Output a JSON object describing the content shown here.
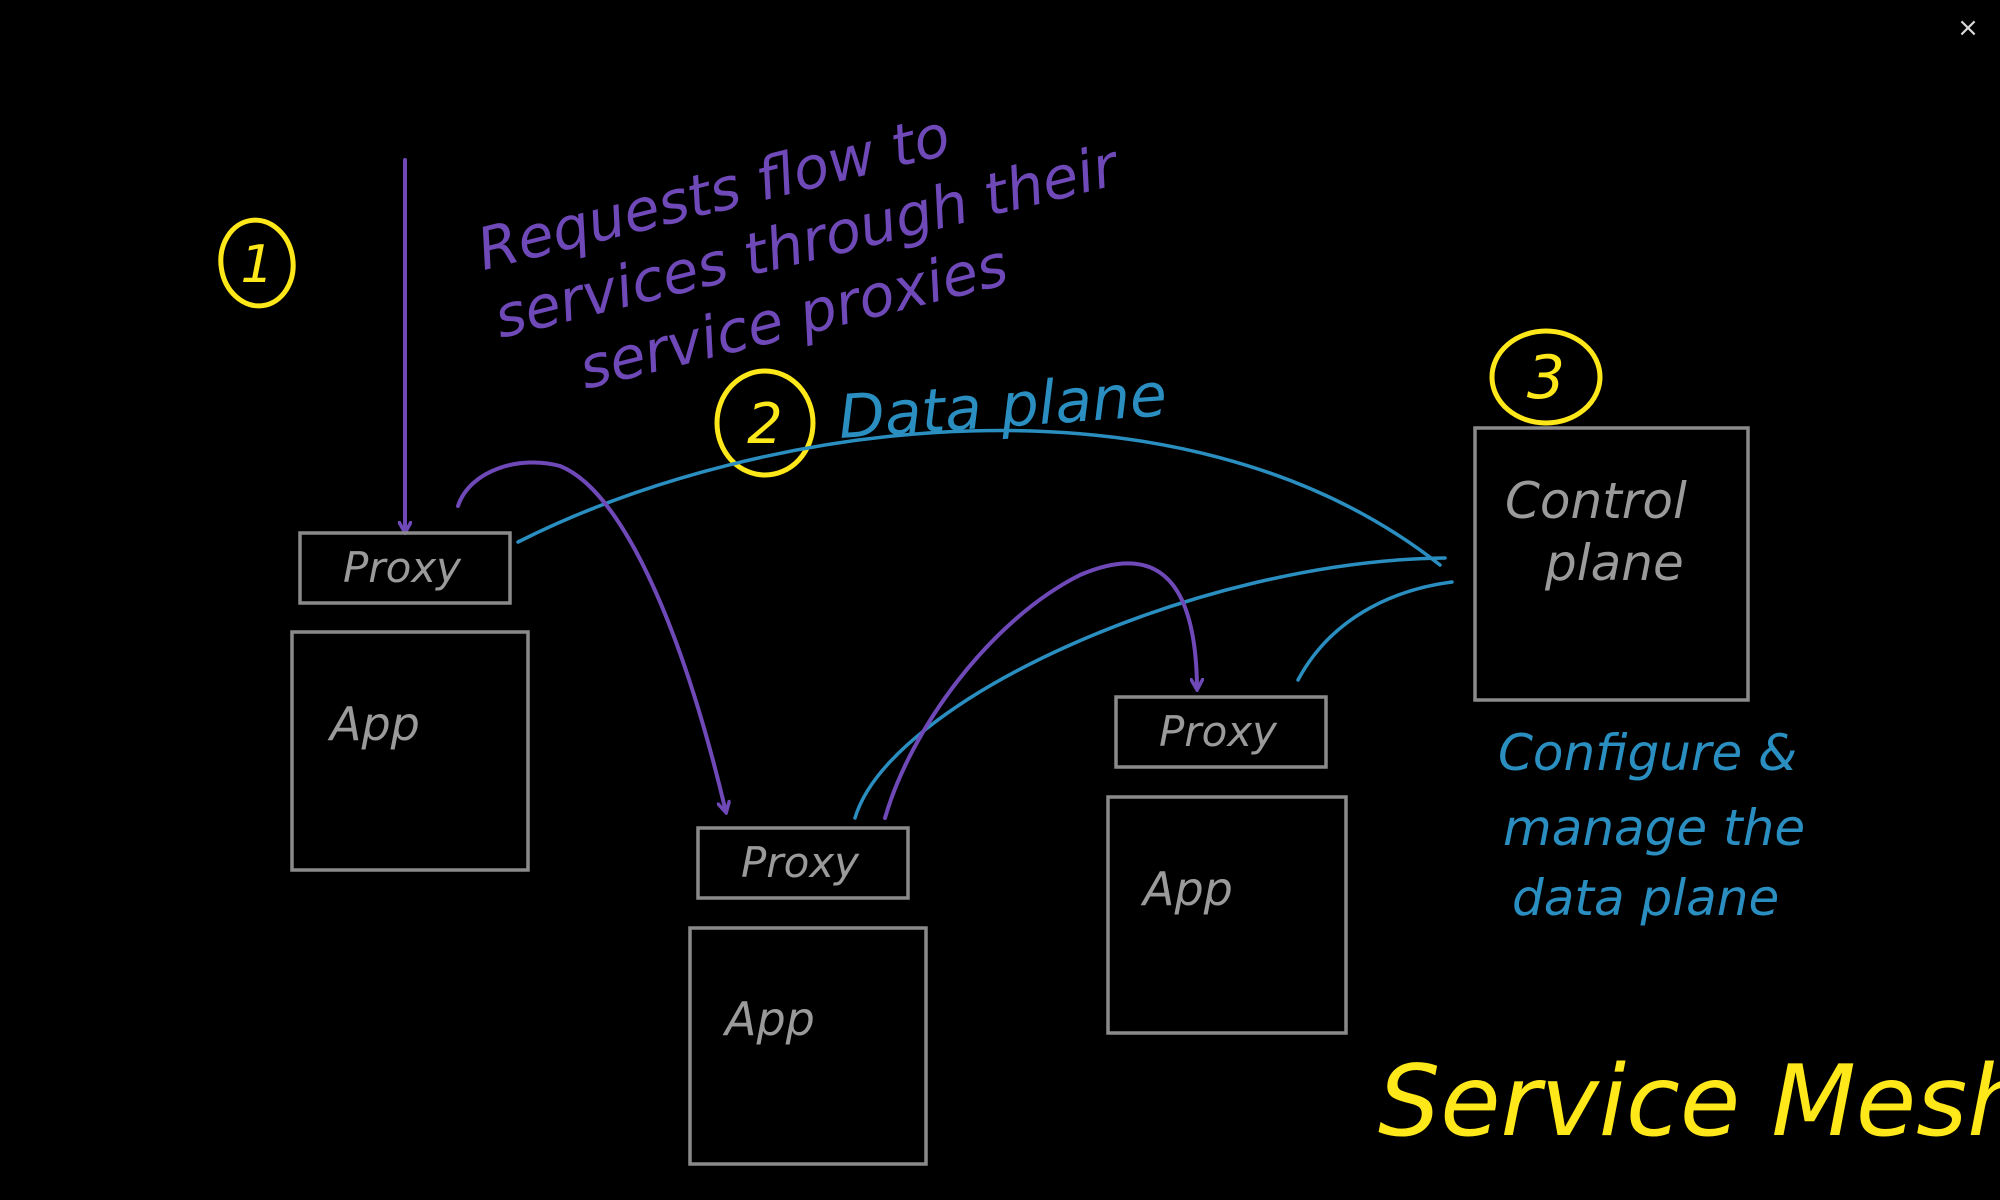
{
  "window": {
    "close_icon": "close-icon",
    "close_glyph": "×"
  },
  "colors": {
    "background": "#000000",
    "box_stroke": "#8a8a8a",
    "box_text": "#9a9a9a",
    "request_purple": "#6f49b8",
    "data_plane_blue": "#2a8fc0",
    "marker_yellow": "#ffe81a"
  },
  "annotations": {
    "step_1": "1",
    "step_2": "2",
    "step_3": "3",
    "requests_line_1": "Requests flow to",
    "requests_line_2": "services through their",
    "requests_line_3": "service proxies",
    "data_plane": "Data plane",
    "control_line_1": "Configure &",
    "control_line_2": "manage the",
    "control_line_3": "data plane",
    "title": "Service Mesh"
  },
  "services": [
    {
      "proxy_label": "Proxy",
      "app_label": "App"
    },
    {
      "proxy_label": "Proxy",
      "app_label": "App"
    },
    {
      "proxy_label": "Proxy",
      "app_label": "App"
    }
  ],
  "control_plane": {
    "line_1": "Control",
    "line_2": "plane"
  }
}
